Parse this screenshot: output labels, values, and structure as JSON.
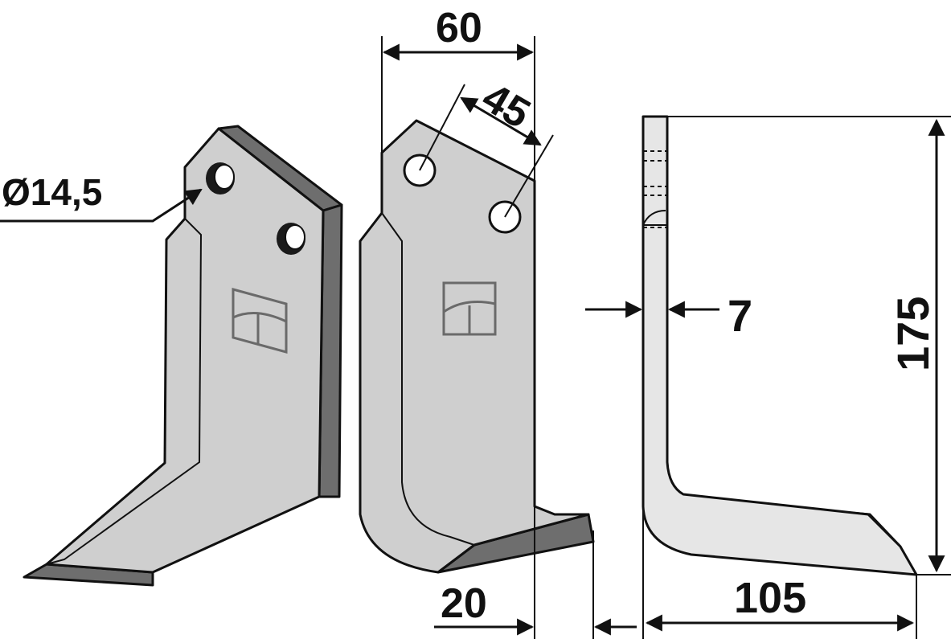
{
  "dimensions": {
    "hole_diameter": "Ø14,5",
    "width_total": "60",
    "hole_spacing": "45",
    "blade_offset": "20",
    "thickness": "7",
    "height": "175",
    "length": "105"
  },
  "colors": {
    "blade_face": "#cfcfcf",
    "blade_edge_light": "#e6e6e6",
    "blade_bevel": "#6e6e6e",
    "outline": "#111111",
    "logo_stroke": "#6a6a6a"
  }
}
